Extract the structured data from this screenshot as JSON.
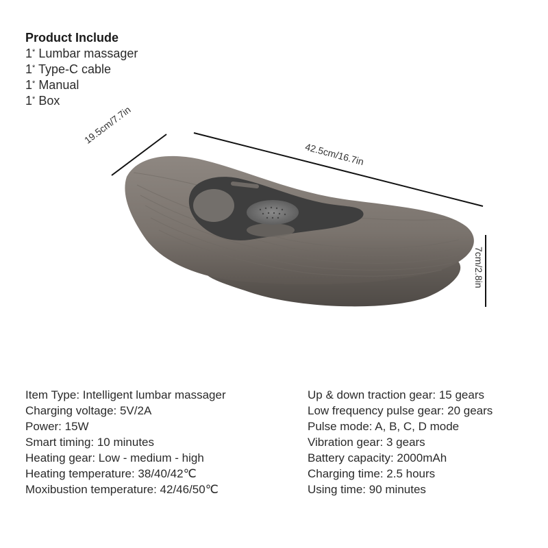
{
  "include": {
    "title": "Product Include",
    "items": [
      {
        "qty": "1",
        "mark": "*",
        "label": "Lumbar massager"
      },
      {
        "qty": "1",
        "mark": "*",
        "label": "Type-C cable"
      },
      {
        "qty": "1",
        "mark": "*",
        "label": "Manual"
      },
      {
        "qty": "1",
        "mark": "*",
        "label": "Box"
      }
    ]
  },
  "dimensions": {
    "width": "19.5cm/7.7in",
    "length": "42.5cm/16.7in",
    "height": "7cm/2.8in"
  },
  "specs_left": [
    "Item Type: Intelligent lumbar massager",
    "Charging voltage: 5V/2A",
    "Power: 15W",
    "Smart timing: 10 minutes",
    "Heating gear: Low - medium - high",
    "Heating temperature: 38/40/42℃",
    "Moxibustion temperature: 42/46/50℃"
  ],
  "specs_right": [
    "Up & down traction gear: 15 gears",
    "Low frequency pulse gear: 20 gears",
    "Pulse mode: A, B, C, D mode",
    "Vibration gear: 3 gears",
    "Battery capacity: 2000mAh",
    "Charging time: 2.5 hours",
    "Using time: 90 minutes"
  ],
  "colors": {
    "body": "#7d7670",
    "body_dark": "#5a544f",
    "panel": "#3e3e3e",
    "line": "#111111"
  }
}
